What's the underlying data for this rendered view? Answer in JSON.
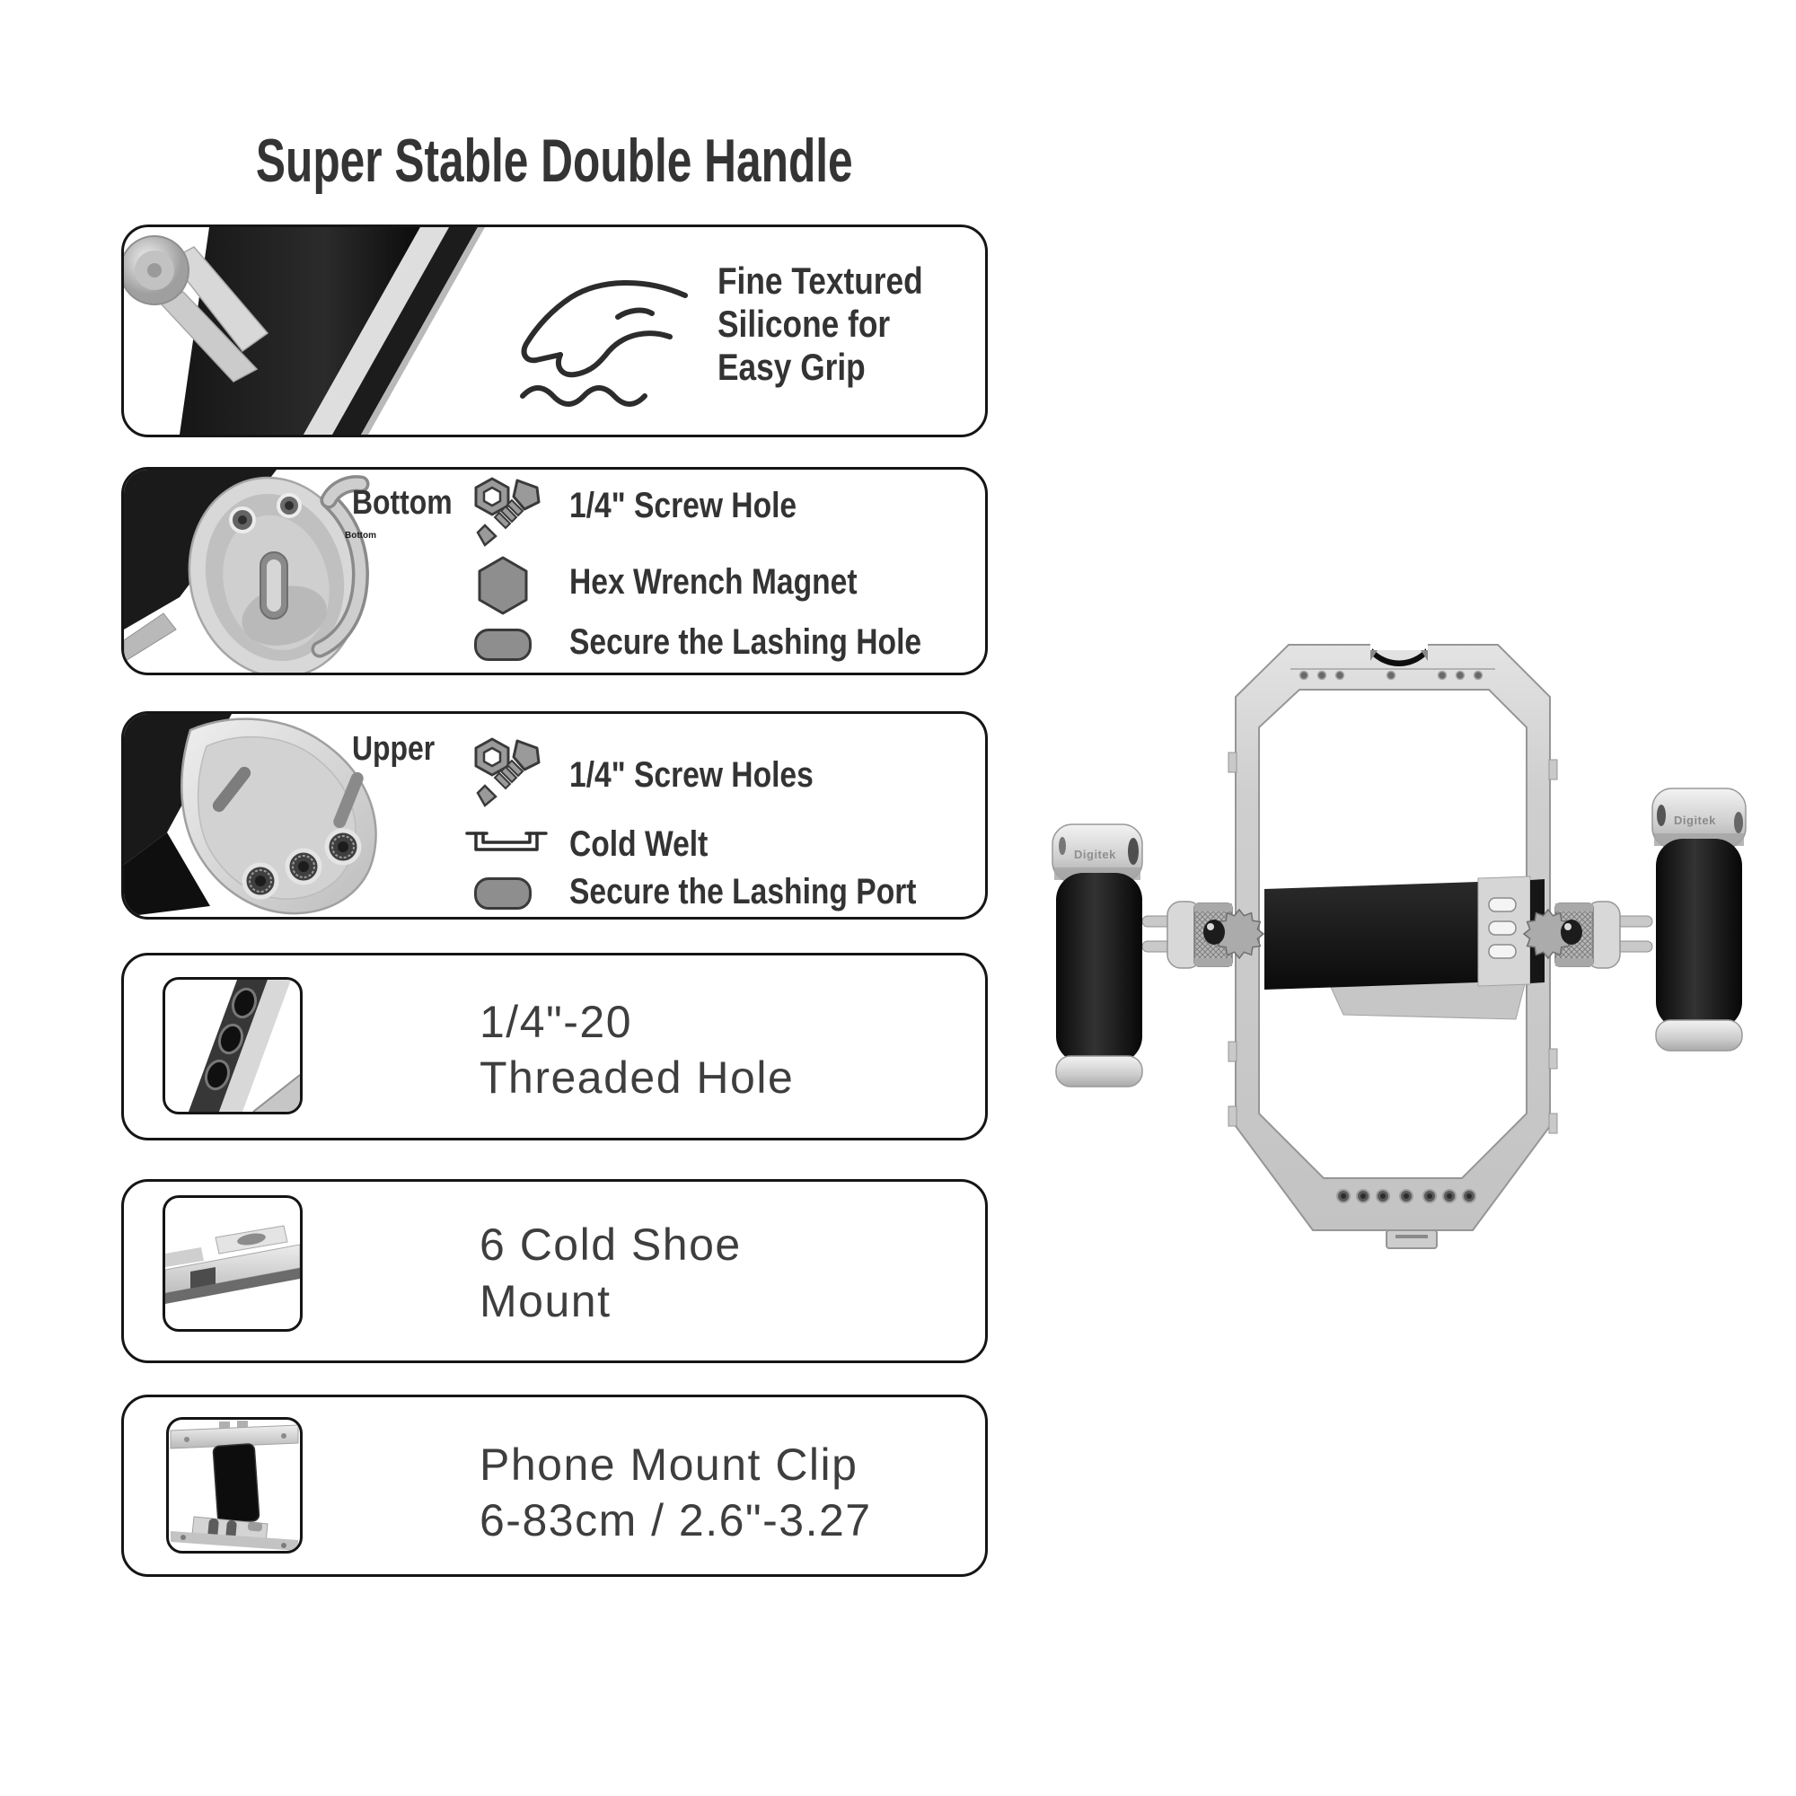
{
  "title": "Super Stable Double Handle",
  "brand": "Digitek",
  "panel_grip": {
    "lines": [
      "Fine Textured",
      "Silicone for",
      "Easy Grip"
    ]
  },
  "panel_bottom": {
    "label": "Bottom",
    "photo_tag": "Bottom",
    "rows": [
      {
        "icon": "screw-quarter-icon",
        "label": "1/4\" Screw Hole"
      },
      {
        "icon": "hex-wrench-magnet-icon",
        "label": "Hex Wrench Magnet"
      },
      {
        "icon": "lashing-hole-icon",
        "label": "Secure the Lashing Hole"
      }
    ]
  },
  "panel_upper": {
    "label": "Upper",
    "rows": [
      {
        "icon": "screw-quarter-icon",
        "label": "1/4\" Screw Holes"
      },
      {
        "icon": "cold-welt-icon",
        "label": "Cold Welt"
      },
      {
        "icon": "lashing-port-icon",
        "label": "Secure the Lashing Port"
      }
    ]
  },
  "panel_threaded": {
    "lines": [
      "1/4\"-20",
      "Threaded Hole"
    ]
  },
  "panel_coldshoe": {
    "lines": [
      "6 Cold Shoe",
      "Mount"
    ]
  },
  "panel_clip": {
    "lines": [
      "Phone Mount Clip",
      "6-83cm / 2.6\"-3.27"
    ]
  }
}
